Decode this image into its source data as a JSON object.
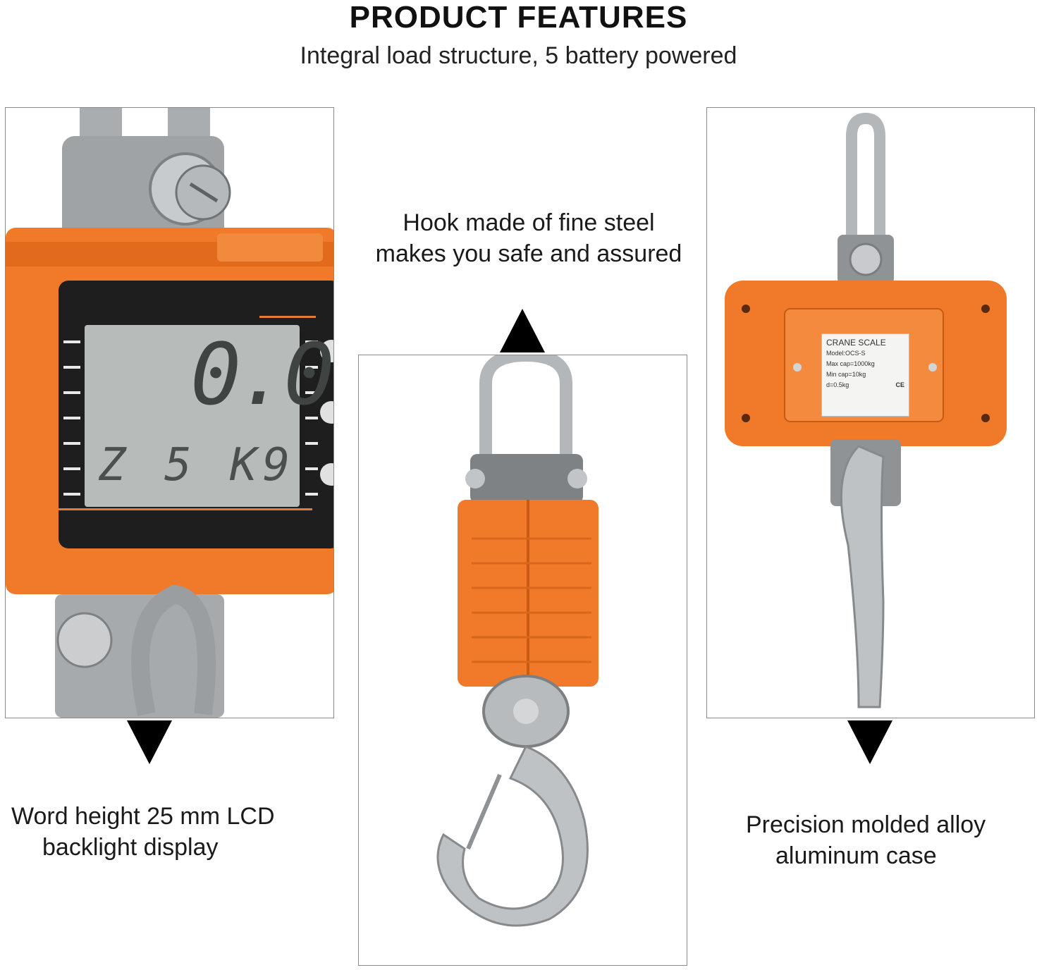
{
  "header": {
    "title": "PRODUCT FEATURES",
    "subtitle": "Integral load structure, 5 battery powered"
  },
  "features": {
    "hook": {
      "line1": "Hook made of fine steel",
      "line2": "makes you safe and assured"
    },
    "lcd": {
      "line1": "Word height 25 mm LCD",
      "line2": "backlight display"
    },
    "case": {
      "line1": "Precision molded alloy",
      "line2": "aluminum case"
    }
  },
  "lcd_display": {
    "reading": "0.0",
    "bottom_text": "Z 5 K9"
  },
  "scale_label": {
    "title": "CRANE SCALE",
    "model": "Model:OCS-S",
    "max_cap": "Max cap=1000kg",
    "min_cap": "Min cap=10kg",
    "division": "d=0.5kg",
    "mark": "CE"
  },
  "colors": {
    "accent": "#f07a2a",
    "steel": "#b9bcbf",
    "lcd": "#b7bcbb"
  }
}
